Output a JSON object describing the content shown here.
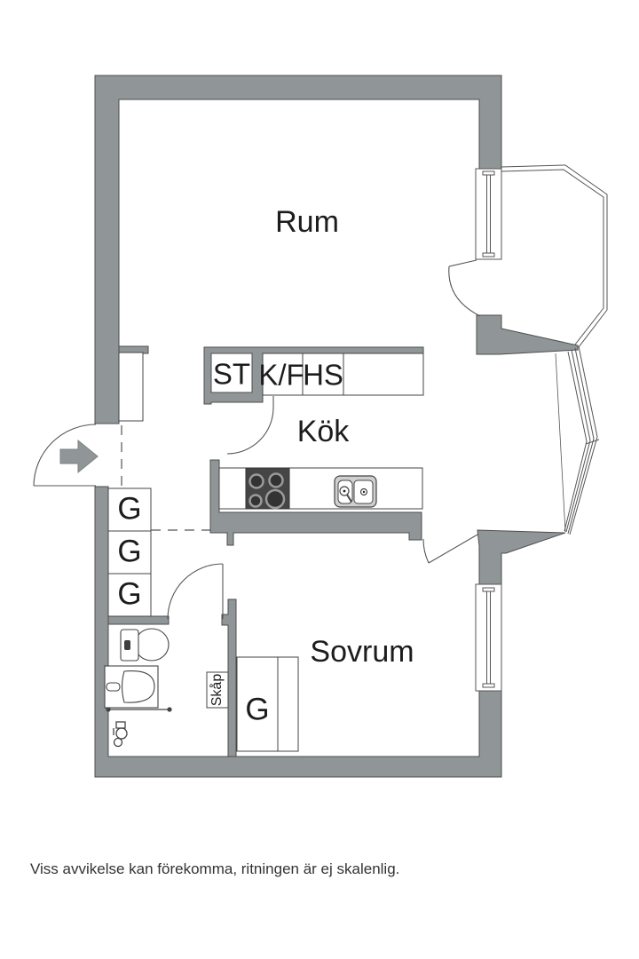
{
  "plan": {
    "rooms": {
      "rum": "Rum",
      "kok": "Kök",
      "sovrum": "Sovrum"
    },
    "cabinets": {
      "st": "ST",
      "kf": "K/F",
      "hs": "HS",
      "skap": "Skåp",
      "wardrobe": "G"
    },
    "disclaimer": "Viss avvikelse kan förekomma, ritningen är ej skalenlig.",
    "colors": {
      "wall_gray": "#909698",
      "outline": "#4d4d4d",
      "thin_line": "#555555",
      "stove_dark": "#454545",
      "sink_gray": "#cfcfcf",
      "text": "#1c1c1c"
    }
  }
}
